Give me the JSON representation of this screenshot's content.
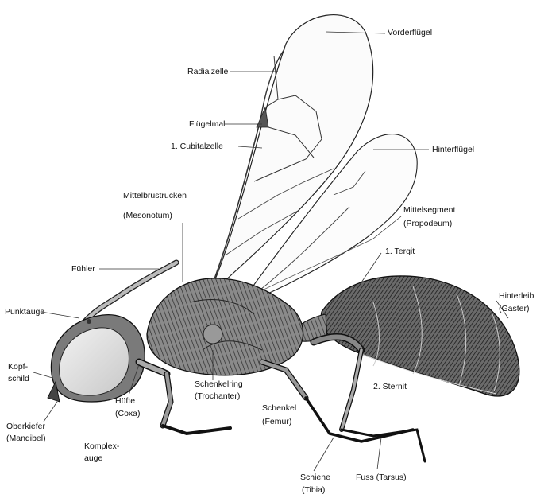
{
  "labels": {
    "vorderfluegel": "Vorderflügel",
    "radialzelle": "Radialzelle",
    "fluegelmal": "Flügelmal",
    "cubitalzelle": "1. Cubitalzelle",
    "hinterfluegel": "Hinterflügel",
    "mittelbrust": "Mittelbrustrücken",
    "mittelbrust_lat": "(Mesonotum)",
    "mittelsegment": "Mittelsegment",
    "mittelsegment_lat": "(Propodeum)",
    "fuehler": "Fühler",
    "tergit": "1. Tergit",
    "punktauge": "Punktauge",
    "hinterleib": "Hinterleib",
    "hinterleib_lat": "(Gaster)",
    "kopfschild_1": "Kopf-",
    "kopfschild_2": "schild",
    "sternit": "2. Sternit",
    "schenkelring": "Schenkelring",
    "schenkelring_lat": "(Trochanter)",
    "huefte": "Hüfte",
    "huefte_lat": "(Coxa)",
    "oberkiefer": "Oberkiefer",
    "oberkiefer_lat": "(Mandibel)",
    "schenkel": "Schenkel",
    "schenkel_lat": "(Femur)",
    "komplex_1": "Komplex-",
    "komplex_2": "auge",
    "schiene": "Schiene",
    "schiene_lat": "(Tibia)",
    "fuss": "Fuss (Tarsus)"
  }
}
